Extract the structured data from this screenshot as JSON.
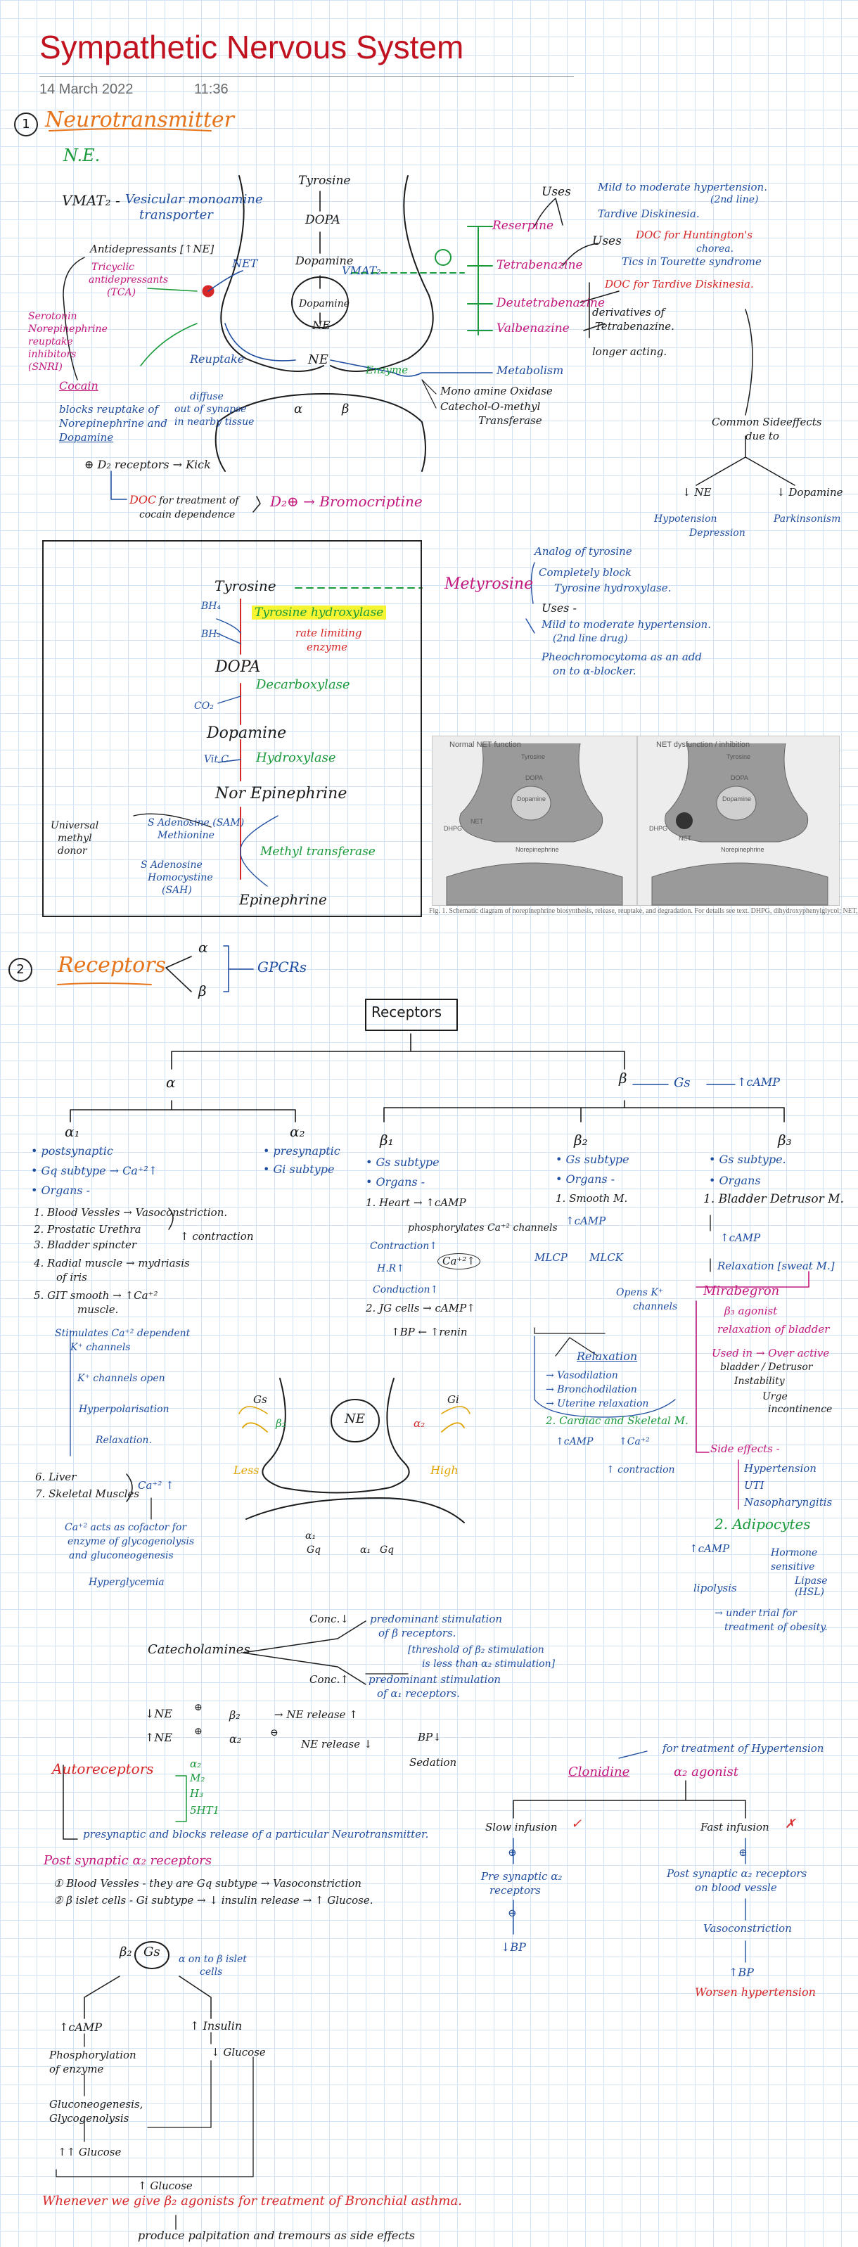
{
  "header": {
    "title": "Sympathetic Nervous System",
    "date": "14 March 2022",
    "time": "11:36"
  },
  "s1": {
    "num": "1",
    "title": "Neurotransmitter",
    "ne": "N.E.",
    "vmat": "VMAT₂ -",
    "vmat_desc1": "Vesicular monoamine",
    "vmat_desc2": "transporter",
    "antidep": "Antidepressants [↑NE]",
    "tca1": "Tricyclic",
    "tca2": "antidepressants",
    "tca3": "(TCA)",
    "snri1": "Serotonin",
    "snri2": "Norepinephrine",
    "snri3": "reuptake",
    "snri4": "inhibitors",
    "snri5": "(SNRI)",
    "cocain": "Cocain",
    "cocain_d1": "blocks reuptake of",
    "cocain_d2": "Norepinephrine and",
    "cocain_d3": "Dopamine",
    "d2": "⊕ D₂ receptors → Kick",
    "doc1": "DOC",
    "doc2": "for treatment of",
    "doc3": "cocain dependence",
    "brom": "D₂⊕ → Bromocriptine",
    "net": "NET",
    "reuptake": "Reuptake",
    "vmat2": "VMAT₂",
    "tyr": "Tyrosine",
    "dopa": "DOPA",
    "dopamine": "Dopamine",
    "dopamine2": "Dopamine",
    "nesyn": "NE",
    "ne2": "NE",
    "diffuse1": "diffuse",
    "diffuse2": "out of synapse",
    "diffuse3": "in nearby tissue",
    "alpha": "α",
    "beta": "β",
    "enzyme": "Enzyme",
    "metab": "Metabolism",
    "mao": "Mono amine Oxidase",
    "comt1": "Catechol-O-methyl",
    "comt2": "Transferase",
    "reserpine": "Reserpine",
    "tetra": "Tetrabenazine",
    "deut": "Deutetrabenazine",
    "valb": "Valbenazine",
    "uses1": "Uses",
    "res_use1": "Mild to moderate hypertension.",
    "res_use1b": "(2nd line)",
    "res_use2": "Tardive Diskinesia.",
    "uses2": "Uses",
    "tet_use1": "DOC for Huntington's",
    "tet_use1b": "chorea.",
    "tet_use2": "Tics in Tourette syndrome",
    "deut_use1": "DOC for Tardive Diskinesia.",
    "deriv1": "derivatives of",
    "deriv2": "Tetrabenazine.",
    "longer": "longer acting.",
    "common": "Common Sideeffects",
    "due": "due to",
    "down_ne": "↓ NE",
    "down_dop": "↓ Dopamine",
    "hypot": "Hypotension",
    "depr": "Depression",
    "park": "Parkinsonism"
  },
  "box1": {
    "tyr": "Tyrosine",
    "bh4": "BH₄",
    "bh2": "BH₂",
    "th": "Tyrosine hydroxylase",
    "rate1": "rate limiting",
    "rate2": "enzyme",
    "dopa": "DOPA",
    "co2": "CO₂",
    "decarb": "Decarboxylase",
    "dopamine": "Dopamine",
    "vitc": "Vit C",
    "hydrox": "Hydroxylase",
    "nor": "Nor Epinephrine",
    "sam1": "S Adenosine (SAM)",
    "sam2": "Methionine",
    "univ1": "Universal",
    "univ2": "methyl",
    "univ3": "donor",
    "sah1": "S Adenosine",
    "sah2": "Homocystine",
    "sah3": "(SAH)",
    "methyl": "Methyl transferase",
    "epi": "Epinephrine",
    "metyr": "Metyrosine",
    "mt1": "Analog of tyrosine",
    "mt2": "Completely block",
    "mt3": "Tyrosine hydroxylase.",
    "uses": "Uses -",
    "mt4": "Mild to moderate hypertension.",
    "mt4b": "(2nd line drug)",
    "mt5": "Pheochromocytoma as an add",
    "mt5b": "on to α-blocker."
  },
  "figure": {
    "normal": "Normal NET function",
    "dys": "NET dysfunction / inhibition",
    "tyrosine": "Tyrosine",
    "dopa": "DOPA",
    "dopamine": "Dopamine",
    "dhpg": "DHPG",
    "ne": "Norepinephrine",
    "net": "NET",
    "caption": "Fig. 1. Schematic diagram of norepinephrine biosynthesis, release, reuptake, and degradation. For details see text. DHPG, dihydroxyphenylglycol; NET,"
  },
  "s2": {
    "num": "2",
    "title": "Receptors",
    "alpha": "α",
    "beta": "β",
    "gpcrs": "GPCRs",
    "box": "Receptors",
    "a_branch": "α",
    "b_branch": "β",
    "gs_top": "Gs",
    "camp_top": "↑cAMP",
    "a1": "α₁",
    "a1_l1": "• postsynaptic",
    "a1_l2": "• Gq subtype → Ca⁺²↑",
    "a1_l3": "• Organs -",
    "a1_o1": "1. Blood Vessles → Vasoconstriction.",
    "a1_o2": "2. Prostatic Urethra",
    "a1_o3": "3. Bladder spincter",
    "a1_contr": "↑ contraction",
    "a1_o4": "4. Radial muscle → mydriasis",
    "a1_o4b": "of iris",
    "a1_o5": "5. GIT smooth → ↑Ca⁺²",
    "a1_o5b": "muscle.",
    "a1_s1": "Stimulates Ca⁺² dependent",
    "a1_s2": "K⁺ channels",
    "a1_s3": "K⁺ channels open",
    "a1_s4": "Hyperpolarisation",
    "a1_s5": "Relaxation.",
    "a1_o6": "6. Liver",
    "a1_o7": "7. Skeletal Muscles",
    "a1_ca": "Ca⁺² ↑",
    "a1_s6": "Ca⁺² acts as cofactor for",
    "a1_s7": "enzyme of glycogenolysis",
    "a1_s8": "and gluconeogenesis",
    "a1_s9": "Hyperglycemia",
    "a2": "α₂",
    "a2_l1": "• presynaptic",
    "a2_l2": "• Gi subtype",
    "b1": "β₁",
    "b1_l1": "• Gs subtype",
    "b1_l2": "• Organs -",
    "b1_l3": "1. Heart → ↑cAMP",
    "b1_l4": "phosphorylates Ca⁺² channels",
    "b1_contr": "Contraction↑",
    "b1_hr": "H.R↑",
    "b1_ca": "Ca⁺²↑",
    "b1_cond": "Conduction↑",
    "b1_jg": "2. JG cells → cAMP↑",
    "b1_bp": "↑BP ← ↑renin",
    "b2": "β₂",
    "b2_l1": "• Gs subtype",
    "b2_l2": "• Organs -",
    "b2_l3": "1. Smooth M.",
    "b2_camp": "↑cAMP",
    "b2_mlcp": "MLCP",
    "b2_mlck": "MLCK",
    "b2_k1": "Opens K⁺",
    "b2_k2": "channels",
    "b2_relax": "Relaxation",
    "b2_r1": "→ Vasodilation",
    "b2_r2": "→ Bronchodilation",
    "b2_r3": "→ Uterine relaxation",
    "b2_l4": "2. Cardiac and Skeletal M.",
    "b2_camp2": "↑cAMP",
    "b2_ca2": "↑Ca⁺²",
    "b2_contr": "↑ contraction",
    "b3": "β₃",
    "b3_l1": "• Gs subtype.",
    "b3_l2": "• Organs",
    "b3_l3": "1. Bladder Detrusor M.",
    "b3_camp": "↑cAMP",
    "b3_relax": "Relaxation [sweat M.]",
    "mira": "Mirabegron",
    "mira1": "β₃ agonist",
    "mira2": "relaxation of bladder",
    "mira3": "Used in → Over active",
    "mira4": "bladder / Detrusor",
    "mira5": "Instability",
    "mira6": "Urge",
    "mira7": "incontinence",
    "side": "Side effects -",
    "side1": "Hypertension",
    "side2": "UTI",
    "side3": "Nasopharyngitis",
    "adipo": "2. Adipocytes",
    "adipo1": "↑cAMP",
    "adipo2": "Hormone",
    "adipo3": "sensitive",
    "adipo4": "Lipase",
    "adipo5": "(HSL)",
    "adipo6": "lipolysis",
    "adipo7": "→ under trial for",
    "adipo8": "treatment of obesity.",
    "syn_ne": "NE",
    "gs": "Gs",
    "gi": "Gi",
    "syn_b2": "β₂",
    "syn_a2": "α₂",
    "less": "Less",
    "high": "High",
    "k1a": "α₁",
    "k1b": "Gq",
    "k2a": "α₁",
    "k2b": "Gq",
    "cat": "Catecholamines",
    "conc_low": "Conc.↓",
    "conc_low1": "predominant stimulation",
    "conc_low2": "of β receptors.",
    "thresh1": "[threshold of β₂ stimulation",
    "thresh2": "is less than α₂ stimulation]",
    "conc_high": "Conc.↑",
    "conc_high1": "predominant stimulation",
    "conc_high2": "of α₁ receptors.",
    "neb1": "↓NE",
    "neb2": "⊕",
    "neb3": "β₂",
    "neb4": "→ NE release ↑",
    "nea1": "↑NE",
    "nea2": "⊕",
    "nea3": "α₂",
    "nea4": "⊖",
    "nea5": "NE release ↓",
    "nea6": "BP↓",
    "nea7": "Sedation",
    "auto": "Autoreceptors",
    "auto1": "α₂",
    "auto2": "M₂",
    "auto3": "H₃",
    "auto4": "5HT1",
    "auto_d": "presynaptic and blocks release of a particular Neurotransmitter.",
    "post": "Post synaptic α₂ receptors",
    "post1": "① Blood Vessles - they are Gq subtype → Vasoconstriction",
    "post2": "② β islet cells - Gi subtype → ↓ insulin release → ↑ Glucose.",
    "clon": "Clonidine",
    "clon1": "α₂ agonist",
    "clon2": "for treatment of Hypertension",
    "slow": "Slow infusion",
    "tick": "✓",
    "fast": "Fast infusion",
    "cross": "✗",
    "slow1": "⊕",
    "slow2": "Pre synaptic α₂",
    "slow3": "receptors",
    "slow4": "⊖",
    "slow5": "↓BP",
    "fast1": "⊕",
    "fast2": "Post synaptic α₂ receptors",
    "fast3": "on blood vessle",
    "fast4": "Vasoconstriction",
    "fast5": "↑BP",
    "fast6": "Worsen hypertension",
    "b2gs": "β₂",
    "gsc": "Gs",
    "alphacells1": "α on to β islet",
    "alphacells2": "cells",
    "camp": "↑cAMP",
    "insulin": "↑ Insulin",
    "phos1": "Phosphorylation",
    "phos2": "of enzyme",
    "gluc1": "Gluconeogenesis,",
    "gluc2": "Glycogenolysis",
    "glucdown": "↓ Glucose",
    "glucup": "↑↑ Glucose",
    "glucfinal": "↑ Glucose",
    "when": "Whenever we give β₂ agonists for treatment of Bronchial asthma.",
    "palp": "produce palpitation and tremours as side effects"
  }
}
